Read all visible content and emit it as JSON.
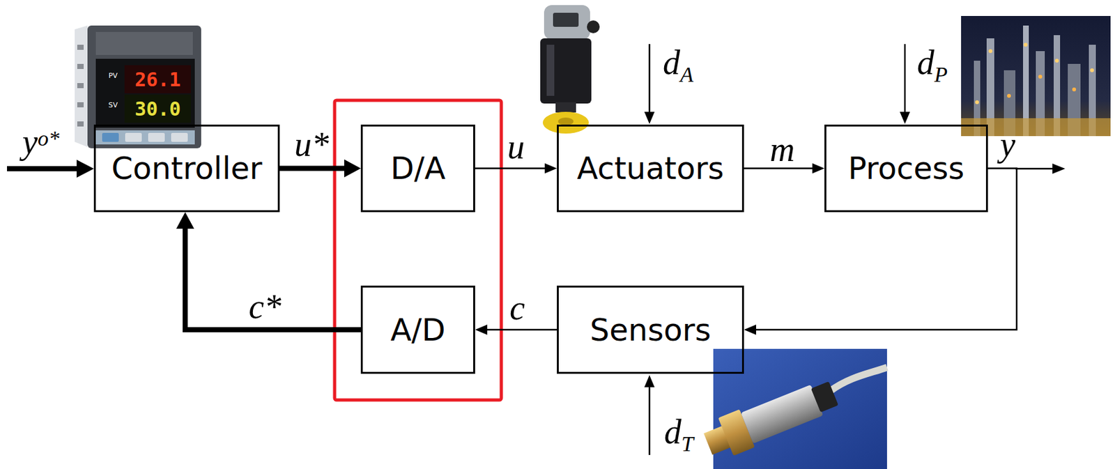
{
  "diagram": {
    "nodes": [
      {
        "text": [
          "Controller"
        ]
      },
      {
        "text": [
          "D/A"
        ]
      },
      {
        "text": [
          "Actuators"
        ]
      },
      {
        "text": [
          "Process"
        ]
      },
      {
        "text": [
          "A/D"
        ]
      },
      {
        "text": [
          "Sensors"
        ]
      }
    ],
    "edges": [
      {
        "from": 0,
        "to": 1,
        "arrow": "to",
        "label": "u*"
      },
      {
        "from": 1,
        "to": 2,
        "arrow": "to",
        "label": "u"
      },
      {
        "from": 2,
        "to": 3,
        "arrow": "to",
        "label": "m"
      },
      {
        "from": 3,
        "to": 5,
        "arrow": "to",
        "label": "y"
      },
      {
        "from": 5,
        "to": 4,
        "arrow": "to",
        "label": "c"
      },
      {
        "from": 4,
        "to": 0,
        "arrow": "to",
        "label": "c*"
      }
    ],
    "labels": [
      "yo*",
      "dA",
      "dP",
      "dT",
      "PV",
      "SV",
      "26.1",
      "30.0"
    ]
  }
}
